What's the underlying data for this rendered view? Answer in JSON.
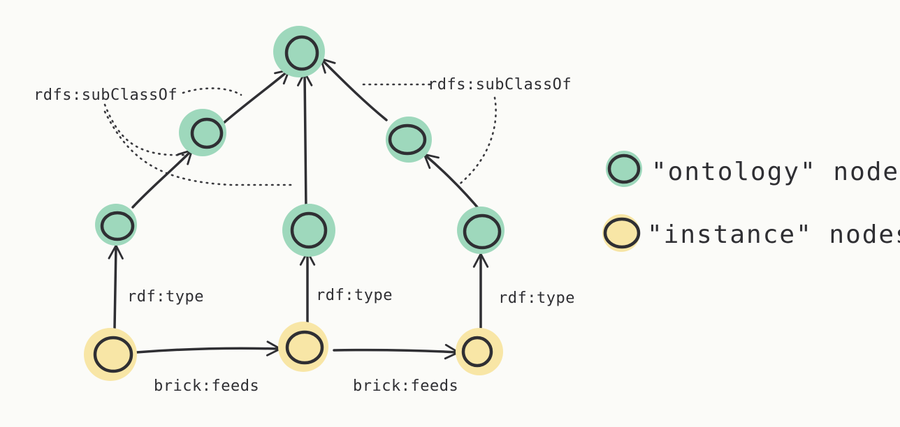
{
  "colors": {
    "ontology_fill": "#9ed8bc",
    "instance_fill": "#f8e6a6",
    "ink": "#2f2f33"
  },
  "diagram": {
    "labels": {
      "subclass_left": "rdfs:subClassOf",
      "subclass_right": "rdfs:subClassOf",
      "type_left": "rdf:type",
      "type_middle": "rdf:type",
      "type_right": "rdf:type",
      "feeds_left": "brick:feeds",
      "feeds_right": "brick:feeds"
    }
  },
  "legend": {
    "ontology_label": "\"ontology\"  nodes",
    "instance_label": "\"instance\"  nodes"
  }
}
